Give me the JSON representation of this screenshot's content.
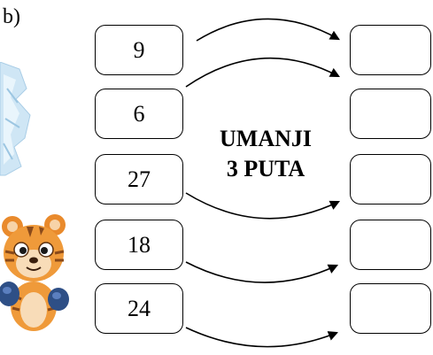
{
  "task": {
    "label": "b)"
  },
  "operation": {
    "line1": "UMANJI",
    "line2": "3  PUTA"
  },
  "inputs": [
    "9",
    "6",
    "27",
    "18",
    "24"
  ],
  "answers": [
    "",
    "",
    "",
    "",
    ""
  ],
  "decorations": {
    "ice": "ice-crystal-illustration",
    "mascot": "tiger-boxer-mascot"
  }
}
